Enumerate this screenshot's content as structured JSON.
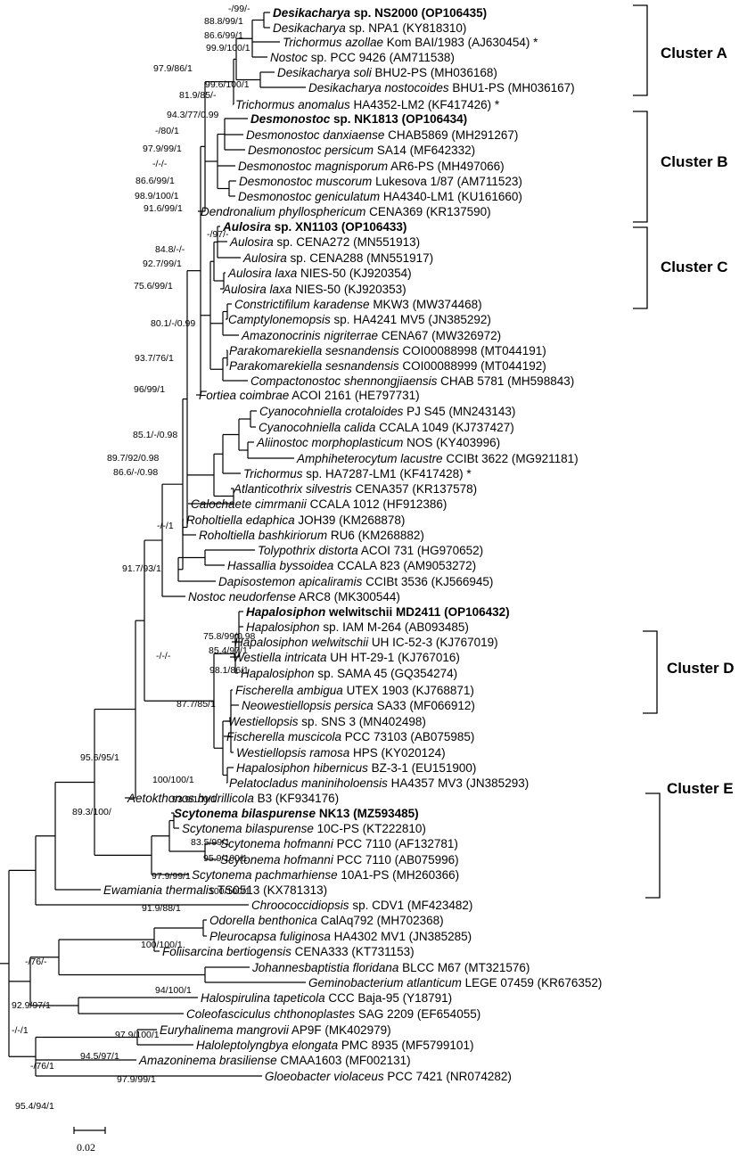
{
  "tree": {
    "taxa": [
      {
        "genus": "Desikacharya",
        "rest": "sp. NS2000 (OP106435)",
        "bold": true,
        "marker": ""
      },
      {
        "genus": "Desikacharya",
        "rest": "sp. NPA1 (KY818310)",
        "bold": false,
        "marker": ""
      },
      {
        "genus": "Trichormus azollae",
        "rest": "Kom BAI/1983 (AJ630454)",
        "bold": false,
        "marker": "*"
      },
      {
        "genus": "Nostoc",
        "rest": "sp. PCC 9426 (AM711538)",
        "bold": false,
        "marker": ""
      },
      {
        "genus": "Desikacharya soli",
        "rest": "BHU2-PS (MH036168)",
        "bold": false,
        "marker": ""
      },
      {
        "genus": "Desikacharya nostocoides",
        "rest": "BHU1-PS (MH036167)",
        "bold": false,
        "marker": ""
      },
      {
        "genus": "Trichormus anomalus",
        "rest": "HA4352-LM2 (KF417426)",
        "bold": false,
        "marker": "*"
      },
      {
        "genus": "Desmonostoc",
        "rest": " sp. NK1813 (OP106434)",
        "bold": true,
        "marker": ""
      },
      {
        "genus": "Desmonostoc danxiaense",
        "rest": "CHAB5869 (MH291267)",
        "bold": false,
        "marker": ""
      },
      {
        "genus": "Desmonostoc persicum",
        "rest": "SA14 (MF642332)",
        "bold": false,
        "marker": ""
      },
      {
        "genus": "Desmonostoc magnisporum",
        "rest": "AR6-PS (MH497066)",
        "bold": false,
        "marker": ""
      },
      {
        "genus": "Desmonostoc muscorum",
        "rest": "Lukesova 1/87 (AM711523)",
        "bold": false,
        "marker": ""
      },
      {
        "genus": "Desmonostoc geniculatum",
        "rest": "HA4340-LM1 (KU161660)",
        "bold": false,
        "marker": ""
      },
      {
        "genus": "Dendronalium phyllosphericum",
        "rest": "CENA369 (KR137590)",
        "bold": false,
        "marker": ""
      },
      {
        "genus": "Aulosira",
        "rest": "sp. XN1103 (OP106433)",
        "bold": true,
        "marker": ""
      },
      {
        "genus": "Aulosira",
        "rest": "sp. CENA272 (MN551913)",
        "bold": false,
        "marker": ""
      },
      {
        "genus": "Aulosira",
        "rest": "sp. CENA288 (MN551917)",
        "bold": false,
        "marker": ""
      },
      {
        "genus": "Aulosira laxa",
        "rest": "NIES-50 (KJ920354)",
        "bold": false,
        "marker": ""
      },
      {
        "genus": "Aulosira laxa",
        "rest": "NIES-50 (KJ920353)",
        "bold": false,
        "marker": ""
      },
      {
        "genus": "Constrictifilum karadense",
        "rest": "MKW3 (MW374468)",
        "bold": false,
        "marker": ""
      },
      {
        "genus": "Camptylonemopsis",
        "rest": "sp. HA4241 MV5 (JN385292)",
        "bold": false,
        "marker": ""
      },
      {
        "genus": "Amazonocrinis nigriterrae",
        "rest": "CENA67 (MW326972)",
        "bold": false,
        "marker": ""
      },
      {
        "genus": "Parakomarekiella sesnandensis",
        "rest": "COI00088998 (MT044191)",
        "bold": false,
        "marker": ""
      },
      {
        "genus": "Parakomarekiella sesnandensis",
        "rest": "COI00088999 (MT044192)",
        "bold": false,
        "marker": ""
      },
      {
        "genus": "Compactonostoc shennongjiaensis",
        "rest": "CHAB 5781 (MH598843)",
        "bold": false,
        "marker": ""
      },
      {
        "genus": "Fortiea coimbrae",
        "rest": "ACOI 2161 (HE797731)",
        "bold": false,
        "marker": ""
      },
      {
        "genus": "Cyanocohniella crotaloides",
        "rest": "PJ S45 (MN243143)",
        "bold": false,
        "marker": ""
      },
      {
        "genus": "Cyanocohniella calida",
        "rest": "CCALA 1049 (KJ737427)",
        "bold": false,
        "marker": ""
      },
      {
        "genus": "Aliinostoc morphoplasticum",
        "rest": "NOS (KY403996)",
        "bold": false,
        "marker": ""
      },
      {
        "genus": "Amphiheterocytum lacustre",
        "rest": "CCIBt 3622 (MG921181)",
        "bold": false,
        "marker": ""
      },
      {
        "genus": "Trichormus",
        "rest": "sp. HA7287-LM1 (KF417428)",
        "bold": false,
        "marker": "*"
      },
      {
        "genus": "Atlanticothrix silvestris",
        "rest": "CENA357 (KR137578)",
        "bold": false,
        "marker": ""
      },
      {
        "genus": "Calochaete cimrmanii",
        "rest": "CCALA 1012 (HF912386)",
        "bold": false,
        "marker": ""
      },
      {
        "genus": "Roholtiella edaphica",
        "rest": "JOH39 (KM268878)",
        "bold": false,
        "marker": ""
      },
      {
        "genus": "Roholtiella bashkiriorum",
        "rest": "RU6 (KM268882)",
        "bold": false,
        "marker": ""
      },
      {
        "genus": "Tolypothrix distorta",
        "rest": "ACOI 731 (HG970652)",
        "bold": false,
        "marker": ""
      },
      {
        "genus": "Hassallia byssoidea",
        "rest": "CCALA 823 (AM9053272)",
        "bold": false,
        "marker": ""
      },
      {
        "genus": "Dapisostemon apicaliramis",
        "rest": "CCIBt 3536 (KJ566945)",
        "bold": false,
        "marker": ""
      },
      {
        "genus": "Nostoc neudorfense",
        "rest": "ARC8 (MK300544)",
        "bold": false,
        "marker": ""
      },
      {
        "genus": "Hapalosiphon",
        "rest": " welwitschii MD2411 (OP106432)",
        "bold": true,
        "marker": ""
      },
      {
        "genus": "Hapalosiphon",
        "rest": "sp. IAM M-264 (AB093485)",
        "bold": false,
        "marker": ""
      },
      {
        "genus": "Hapalosiphon welwitschii",
        "rest": "UH IC-52-3 (KJ767019)",
        "bold": false,
        "marker": ""
      },
      {
        "genus": "Westiella intricata",
        "rest": "UH HT-29-1 (KJ767016)",
        "bold": false,
        "marker": ""
      },
      {
        "genus": "Hapalosiphon",
        "rest": "sp. SAMA 45 (GQ354274)",
        "bold": false,
        "marker": ""
      },
      {
        "genus": "Fischerella ambigua",
        "rest": "UTEX 1903 (KJ768871)",
        "bold": false,
        "marker": ""
      },
      {
        "genus": "Neowestiellopsis persica",
        "rest": "SA33 (MF066912)",
        "bold": false,
        "marker": ""
      },
      {
        "genus": "Westiellopsis",
        "rest": "sp. SNS 3 (MN402498)",
        "bold": false,
        "marker": ""
      },
      {
        "genus": "Fischerella muscicola",
        "rest": "PCC 73103 (AB075985)",
        "bold": false,
        "marker": ""
      },
      {
        "genus": "Westiellopsis ramosa",
        "rest": "HPS (KY020124)",
        "bold": false,
        "marker": ""
      },
      {
        "genus": "Hapalosiphon hibernicus",
        "rest": "BZ-3-1 (EU151900)",
        "bold": false,
        "marker": ""
      },
      {
        "genus": "Pelatocladus maniniholoensis",
        "rest": "HA4357 MV3 (JN385293)",
        "bold": false,
        "marker": ""
      },
      {
        "genus": "Aetokthonos hydrillicola",
        "rest": "B3 (KF934176)",
        "bold": false,
        "marker": ""
      },
      {
        "genus": "Scytonema bilaspurense",
        "rest": "NK13 (MZ593485)",
        "bold": true,
        "marker": ""
      },
      {
        "genus": "Scytonema bilaspurense",
        "rest": "10C-PS (KT222810)",
        "bold": false,
        "marker": ""
      },
      {
        "genus": "Scytonema hofmanni",
        "rest": "PCC 7110 (AF132781)",
        "bold": false,
        "marker": ""
      },
      {
        "genus": "Scytonema hofmanni",
        "rest": "PCC 7110 (AB075996)",
        "bold": false,
        "marker": ""
      },
      {
        "genus": "Scytonema pachmarhiense",
        "rest": "10A1-PS (MH260366)",
        "bold": false,
        "marker": ""
      },
      {
        "genus": "Ewamiania thermalis",
        "rest": "TS0513 (KX781313)",
        "bold": false,
        "marker": ""
      },
      {
        "genus": "Chroococcidiopsis",
        "rest": "sp. CDV1 (MF423482)",
        "bold": false,
        "marker": ""
      },
      {
        "genus": "Odorella benthonica",
        "rest": "CalAq792 (MH702368)",
        "bold": false,
        "marker": ""
      },
      {
        "genus": "Pleurocapsa fuliginosa",
        "rest": "HA4302 MV1 (JN385285)",
        "bold": false,
        "marker": ""
      },
      {
        "genus": "Foliisarcina bertiogensis",
        "rest": "CENA333 (KT731153)",
        "bold": false,
        "marker": ""
      },
      {
        "genus": "Johannesbaptistia floridana",
        "rest": "BLCC M67 (MT321576)",
        "bold": false,
        "marker": ""
      },
      {
        "genus": "Geminobacterium atlanticum",
        "rest": "LEGE 07459 (KR676352)",
        "bold": false,
        "marker": ""
      },
      {
        "genus": "Halospirulina tapeticola",
        "rest": "CCC Baja-95 (Y18791)",
        "bold": false,
        "marker": ""
      },
      {
        "genus": "Coleofasciculus chthonoplastes",
        "rest": "SAG 2209 (EF654055)",
        "bold": false,
        "marker": ""
      },
      {
        "genus": "Euryhalinema mangrovii",
        "rest": "AP9F (MK402979)",
        "bold": false,
        "marker": ""
      },
      {
        "genus": "Haloleptolyngbya elongata",
        "rest": "PMC 8935 (MF5799101)",
        "bold": false,
        "marker": ""
      },
      {
        "genus": "Amazoninema brasiliense",
        "rest": "CMAA1603 (MF002131)",
        "bold": false,
        "marker": ""
      },
      {
        "genus": "Gloeobacter violaceus",
        "rest": "PCC 7421 (NR074282)",
        "bold": false,
        "marker": ""
      }
    ],
    "support": [
      "-/99/-",
      "88.8/99/1",
      "86.6/99/1",
      "99.9/100/1",
      "97.9/86/1",
      "99.6/100/1",
      "81.9/85/-",
      "94.3/77/0.99",
      "-/80/1",
      "97.9/99/1",
      "-/-/-",
      "86.6/99/1",
      "98.9/100/1",
      "91.6/99/1",
      "-/97/-",
      "84.8/-/-",
      "92.7/99/1",
      "75.6/99/1",
      "80.1/-/0.99",
      "93.7/76/1",
      "96/99/1",
      "85.1/-/0.98",
      "89.7/92/0.98",
      "86.6/-/0.98",
      "-/-/1",
      "91.7/93/1",
      "-/-/-",
      "75.8/99/0.98",
      "85.4/97/1",
      "98.1/86/1",
      "87.7/85/1",
      "95.6/95/1",
      "100/100/1",
      "93.9/100/1",
      "89.3/100/",
      "83.5/99/1",
      "95.9/100/1",
      "97.9/99/1",
      "100/100/1",
      "91.9/88/1",
      "-/76/-",
      "100/100/1",
      "94/100/1",
      "92.9/97/1",
      "-/-/1",
      "97.9/100/1",
      "94.5/97/1",
      "-/76/1",
      "97.9/99/1",
      "95.4/94/1"
    ],
    "clusters": [
      "Cluster A",
      "Cluster B",
      "Cluster C",
      "Cluster D",
      "Cluster E"
    ],
    "scale_bar": "0.02"
  }
}
